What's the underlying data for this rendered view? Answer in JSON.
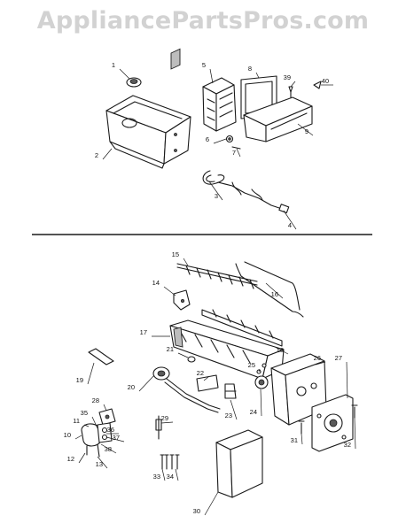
{
  "watermark": "AppliancePartsPros.com",
  "callouts": [
    "1",
    "2",
    "3",
    "4",
    "5",
    "6",
    "7",
    "8",
    "9",
    "39",
    "40",
    "15",
    "14",
    "16",
    "17",
    "18",
    "19",
    "21",
    "20",
    "22",
    "23",
    "24",
    "25",
    "26",
    "27",
    "28",
    "11",
    "35",
    "36",
    "37",
    "10",
    "38",
    "12",
    "13",
    "29",
    "31",
    "32",
    "33",
    "34",
    "30"
  ],
  "colors": {
    "ink": "#1a1a1a",
    "watermark": "#d2d2d2",
    "background": "#ffffff"
  }
}
